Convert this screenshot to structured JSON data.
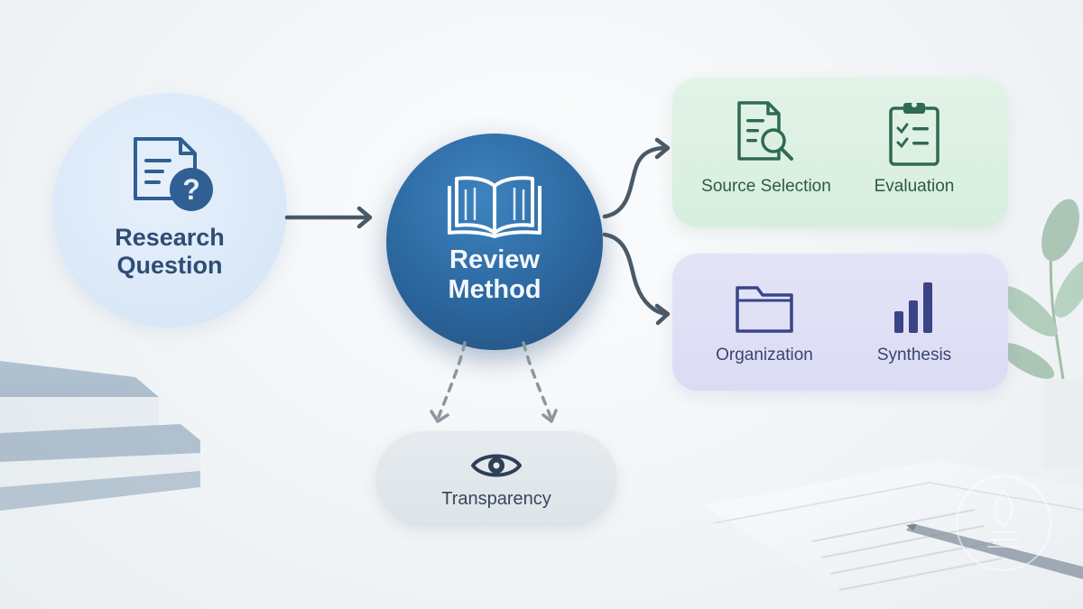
{
  "nodes": {
    "research_question": {
      "label_line1": "Research",
      "label_line2": "Question",
      "icon": "document-question-icon"
    },
    "review_method": {
      "label_line1": "Review",
      "label_line2": "Method",
      "icon": "open-book-icon"
    },
    "transparency": {
      "label": "Transparency",
      "icon": "eye-icon"
    }
  },
  "panels": {
    "top": {
      "color": "#dcf0e2",
      "items": [
        {
          "label": "Source Selection",
          "icon": "document-search-icon"
        },
        {
          "label": "Evaluation",
          "icon": "clipboard-checklist-icon"
        }
      ]
    },
    "bottom": {
      "color": "#dfe0f6",
      "items": [
        {
          "label": "Organization",
          "icon": "folder-icon"
        },
        {
          "label": "Synthesis",
          "icon": "bar-chart-icon"
        }
      ]
    }
  },
  "colors": {
    "primary": "#2c679f",
    "arrow": "#4a5966",
    "green_icon": "#2f6a52",
    "purple_icon": "#3b4585"
  }
}
